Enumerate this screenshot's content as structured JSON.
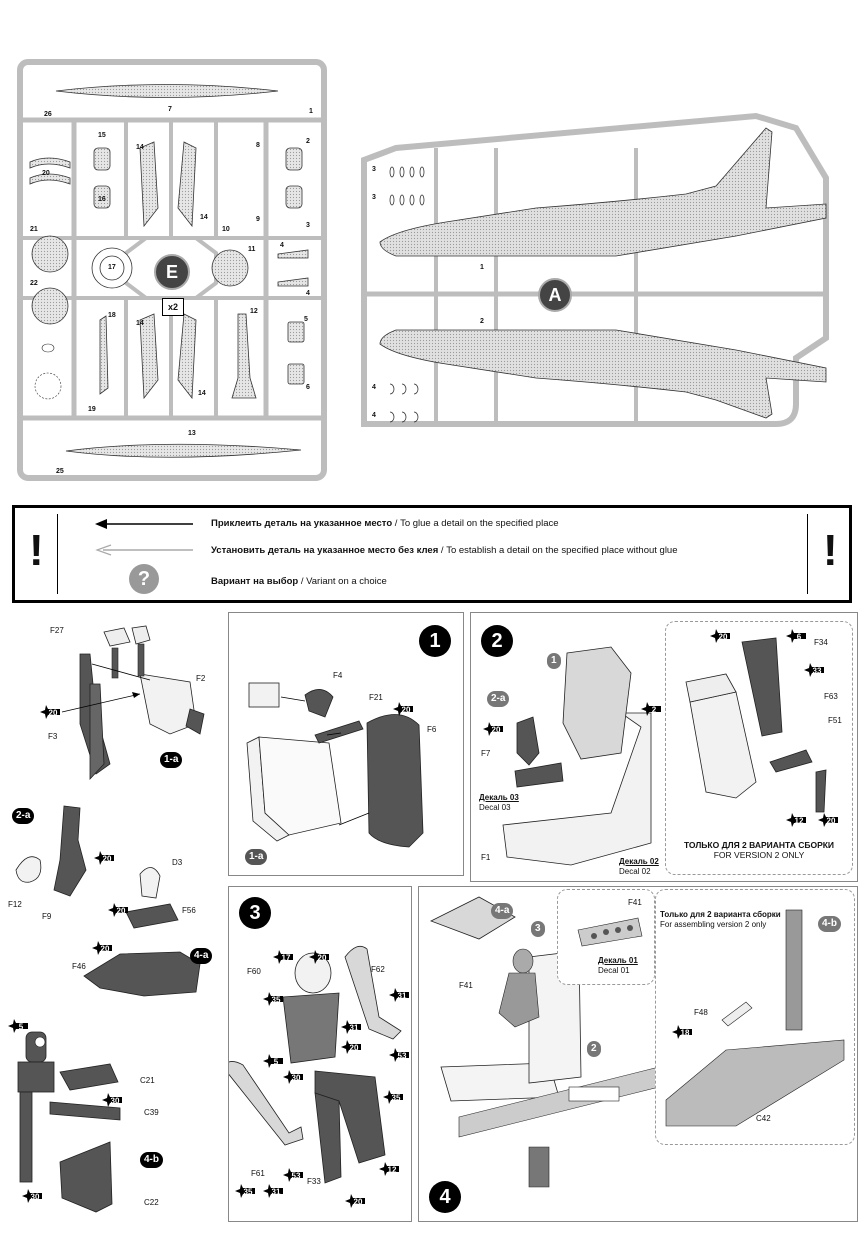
{
  "sprue_e": {
    "letter": "E",
    "multiplier": "x2",
    "part_numbers": [
      "26",
      "7",
      "1",
      "15",
      "14",
      "8",
      "2",
      "20",
      "16",
      "14",
      "10",
      "9",
      "3",
      "21",
      "17",
      "11",
      "4",
      "22",
      "4",
      "18",
      "14",
      "12",
      "5",
      "19",
      "14",
      "6",
      "13",
      "25"
    ]
  },
  "sprue_a": {
    "letter": "A",
    "part_numbers": [
      "3",
      "3",
      "1",
      "2",
      "4",
      "4"
    ]
  },
  "legend": {
    "glue_ru": "Приклеить деталь на указанное место",
    "glue_en": "To glue a detail on the specified place",
    "noglue_ru": "Установить деталь на указанное место без клея",
    "noglue_en": "To establish a detail on the specified place without glue",
    "choice_ru": "Вариант на выбор",
    "choice_en": "Variant on a choice",
    "bang": "!",
    "question": "?"
  },
  "subassembly_1a": {
    "label": "1-a",
    "parts": [
      "F27",
      "F2",
      "F3"
    ],
    "colors": [
      "20"
    ]
  },
  "subassembly_2a": {
    "label": "2-a",
    "parts": [
      "F12",
      "F9"
    ],
    "colors": [
      "20"
    ]
  },
  "subassembly_4a": {
    "label": "4-a",
    "parts": [
      "D3",
      "F56",
      "F46"
    ],
    "colors": [
      "20",
      "20"
    ]
  },
  "subassembly_4b": {
    "label": "4-b",
    "parts": [
      "C21",
      "C39",
      "C22"
    ],
    "colors": [
      "5",
      "30",
      "30"
    ]
  },
  "step1": {
    "number": "1",
    "sub_ref": "1-a",
    "parts": [
      "F4",
      "F21",
      "F6"
    ],
    "colors": [
      "20"
    ]
  },
  "step2": {
    "number": "2",
    "sub_ref": "1",
    "sub_ref2": "2-a",
    "parts": [
      "F7",
      "F1"
    ],
    "colors": [
      "20",
      "2"
    ],
    "decal_03_ru": "Декаль 03",
    "decal_03_en": "Decal 03",
    "decal_02_ru": "Декаль 02",
    "decal_02_en": "Decal 02",
    "inset": {
      "parts": [
        "F34",
        "F63",
        "F51"
      ],
      "colors": [
        "20",
        "6",
        "33",
        "12",
        "20"
      ],
      "note_ru": "ТОЛЬКО ДЛЯ 2 ВАРИАНТА СБОРКИ",
      "note_en": "FOR VERSION 2 ONLY"
    }
  },
  "step3": {
    "number": "3",
    "parts": [
      "F60",
      "F62",
      "F61",
      "F33"
    ],
    "colors": [
      "17",
      "20",
      "31",
      "35",
      "31",
      "20",
      "53",
      "5",
      "30",
      "35",
      "35",
      "31",
      "53",
      "12",
      "20"
    ]
  },
  "step4": {
    "number": "4",
    "sub_refs": [
      "4-a",
      "3",
      "2",
      "4-b"
    ],
    "parts": [
      "F41",
      "F48",
      "C42"
    ],
    "colors": [
      "18"
    ],
    "decal_01_ru": "Декаль 01",
    "decal_01_en": "Decal 01",
    "inset_note_ru": "Только для 2 варианта сборки",
    "inset_note_en": "For assembling version 2 only"
  },
  "colors": {
    "black": "#000000",
    "sprue_gray": "#d0d0d0",
    "part_dark": "#555555",
    "part_light": "#f2f2f2"
  }
}
